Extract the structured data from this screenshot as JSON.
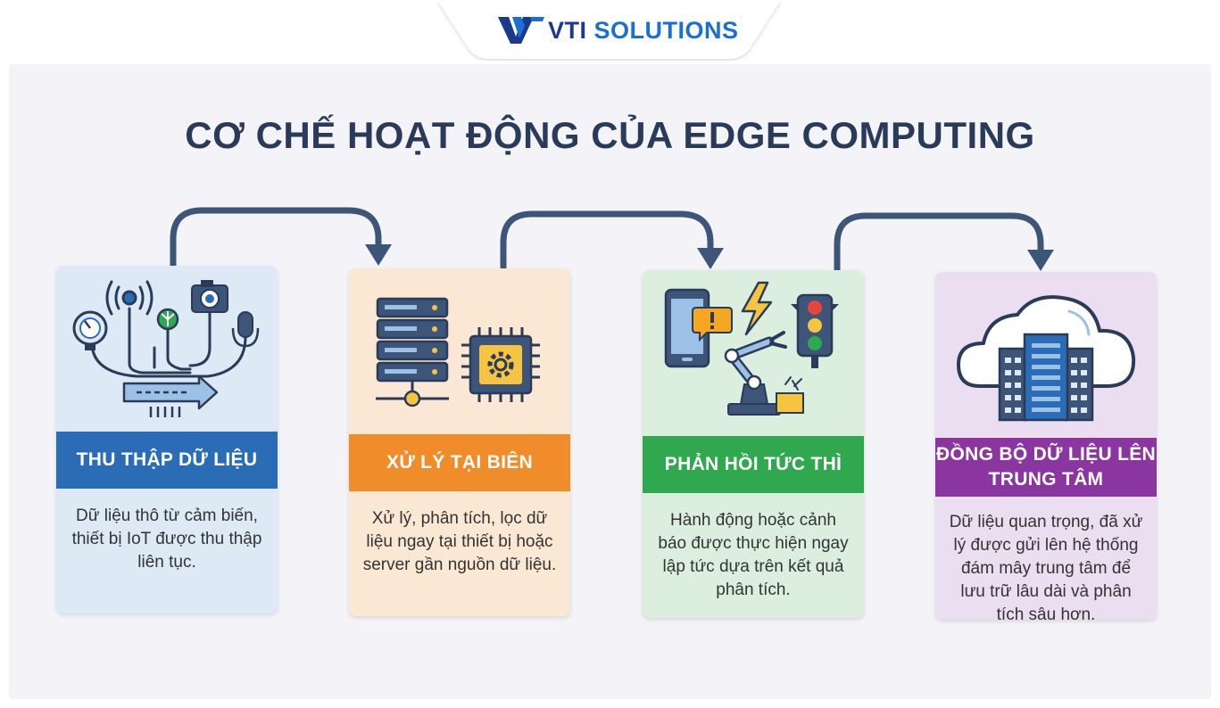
{
  "brand": {
    "name_part1": "VTI",
    "name_part2": " SOLUTIONS"
  },
  "title": "CƠ CHẾ HOẠT ĐỘNG CỦA EDGE COMPUTING",
  "colors": {
    "blue": "#2a6db6",
    "orange": "#f08c2a",
    "green": "#2fa84f",
    "purple": "#8a35a0",
    "navy": "#3d5578"
  },
  "steps": [
    {
      "heading": "THU THẬP DỮ LIỆU",
      "desc": "Dữ liệu thô từ cảm biến, thiết bị IoT được thu thập liên tục.",
      "icons": [
        "gauge-icon",
        "antenna-icon",
        "leaf-sensor-icon",
        "camera-icon",
        "microphone-icon",
        "data-stream-arrow-icon"
      ]
    },
    {
      "heading": "XỬ LÝ TẠI BIÊN",
      "desc": "Xử lý, phân tích, lọc dữ liệu ngay tại thiết bị hoặc server gần nguồn dữ liệu.",
      "icons": [
        "server-rack-icon",
        "chip-gear-icon"
      ]
    },
    {
      "heading": "PHẢN HỒI TỨC THÌ",
      "desc": "Hành động hoặc cảnh báo được thực hiện ngay lập tức dựa trên kết quả phân tích.",
      "icons": [
        "phone-alert-icon",
        "lightning-icon",
        "traffic-light-icon",
        "robot-arm-icon"
      ]
    },
    {
      "heading": "ĐỒNG BỘ DỮ LIỆU LÊN TRUNG TÂM",
      "desc": "Dữ liệu quan trọng, đã xử lý được gửi lên hệ thống đám mây trung tâm để lưu trữ lâu dài và phân tích sâu hơn.",
      "icons": [
        "cloud-icon",
        "datacenter-building-icon"
      ]
    }
  ]
}
